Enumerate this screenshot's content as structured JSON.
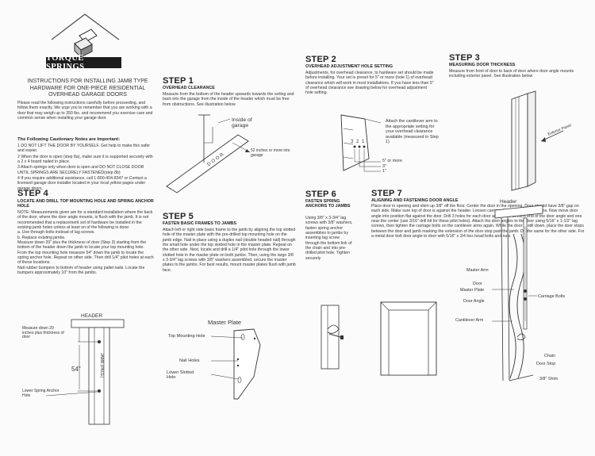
{
  "logo": {
    "brand": "TORQUE SPRINGS"
  },
  "intro": {
    "title": "INSTRUCTIONS FOR INSTALLING JAMB TYPE HARDWARE FOR ONE-PIECE RESIDENTIAL OVERHEAD GARAGE DOORS",
    "body": "Please read the following instructions carefully before proceeding, and follow them exactly. We urge you to remember that you are working with a door that may weigh up to 350 lbs. and recommend you exercise care and common sense when installing your garage door.",
    "cautions_title": "The Following Cautionary Notes are Important:",
    "cautions": [
      "1 DO NOT LIFT THE DOOR BY YOURSELF. Get help to make this safer and easier.",
      "2 When the door is open (step 8a), make sure it is supported securely with a 2 x 4 board nailed in place.",
      "3 Attach springs only when door is open and DO NOT CLOSE DOOR UNTIL SPRINGS ARE SECURELY FASTENED(step 8b)",
      "4 If you require additional assistance, call 1-800-404-8347 or Contact a licensed garage door installer located in your local yellow pages under garage doors."
    ]
  },
  "step1": {
    "title": "STEP 1",
    "subtitle": "OVERHEAD CLEARANCE",
    "body": "Measure from the bottom of the header upwards towards the ceiling and back into the garage from the inside of the header which must be free from obstructions. See illustration below",
    "lbl_inside": "Inside of garage",
    "lbl_door": "DOOR",
    "lbl_52": "52 inches or more into garage"
  },
  "step2": {
    "title": "STEP 2",
    "subtitle": "OVERHEAD ADJUSTMENT HOLE SETTING",
    "body": "Adjustments, for overhead clearance, to hardware set should be made before installing. Your set is preset for 5\" or more (hole 1) of overhead clearance which will work in most installations. If you have less than 5\" of overhead clearance see drawing below for overhead adjustment hole setting.",
    "note": "Attach the cantilever arm to the appropriate setting for your overhead clearance available (measured in Step 1)",
    "nums": "3 2 1",
    "lbl5": "5\" or more",
    "lbl3": "3\"",
    "lbl1": "1\""
  },
  "step3": {
    "title": "STEP 3",
    "subtitle": "MEASURING DOOR THICKNESS",
    "body": "Measure from front of door to back of door where door angle mounts including exterior panel. See illustration below",
    "lbl_panel": "Exterior Panel"
  },
  "step4": {
    "title": "STEP 4",
    "subtitle": "LOCATE AND DRILL TOP MOUNTING HOLE AND SPRING ANCHOR HOLE",
    "body": "NOTE: Measurements given are for a standard installation where the back of the door, where the door angle mounts, is flush with the jamb. It is not recommended that a replacement set of hardware be installed in the existing jamb holes unless at least on of the following is done:",
    "items": [
      "a. Use through bolts instead of lag screws.",
      "b. Replace existing jambs."
    ],
    "body2": "Measure down 20\" plus the thickness of door (Step 3) starting from the bottom of the header down the jamb to locate your top mounting hole. From the top mounting hole measure 54\" down the jamb to locate the spring anchor hole. Repeat on other side. Then drill 1/4\" pilot holes at each of these locations.",
    "body3": "Nail rubber bumpers to bottom of header using pallet nails. Locate the bumpers approximately 10\" from the jambs.",
    "lbl_header": "HEADER",
    "lbl_measure": "Measure down 20 inches plus thickness of door",
    "lbl_jamb": "JAMB (PACE)",
    "lbl_54": "54\"",
    "lbl_anchor": "Lower Spring Anchor Hole"
  },
  "step5": {
    "title": "STEP 5",
    "subtitle": "FASTEN BASIC FRAMES TO JAMBS",
    "body": "Attach left or right side basic frame to the jamb by aligning the top slotted hole of the master plate with the pre-drilled top mounting hole on the jamb edge. Nail in place using a duplex nail (double headed nail) through the small hole under the top slotted hole in the master plate. Repeat on the other side. Next, locate and drill a 1/4\" pilot hole through the lower slotted hole in the master plate on both jambs. Then, using the large 3/8 x 3-3/4\" lag screws with 3/8\" washers assembled, secure the master plates to the jambs. For best results, mount master plates flush with jamb face.",
    "lbl_plate": "Master Plate",
    "lbl_top": "Top Mounting Hole",
    "lbl_nail": "Nail Holes",
    "lbl_lower": "Lower Slotted Hole"
  },
  "step6": {
    "title": "STEP 6",
    "subtitle": "FASTEN SPRING ANCHORS TO JAMBS",
    "body": "Using 3/8\" x 3-3/4\" lag screws with 3/8\" washers, fasten spring anchor assemblies to jambs by inserting lag screw through the bottom link of the chain and into pre-drilled pilot hole. Tighten securely"
  },
  "step7": {
    "title": "STEP 7",
    "subtitle": "ALIGNING AND FASTENING DOOR ANGLE",
    "body": "Place door in opening and shim up 3/8\" off the floor. Center the door in the opening. Door should have 3/8\" gap on each side. Make sure top of door is against the header. Loosen carriage bolts on cantilever arms. Now move door angle into position flat against the door. Drill 3 holes for each door angle, one at each end of the door angle and one near the center (use 3/16\" drill bit for these pilot holes). Attach the door angles to the door using 5/16\" x 1-1/2\" lag screws, then tighten the carriage bolts on the cantilever arms again. While the door is still down, place the door stops between the door and jamb marking the extension of the door stop past the jamb. Do the same for the other side. For a metal door bolt door angle to door with 5/16\" x 3/4 hex head bolts and nuts",
    "lbl_header": "Header",
    "lbl_master_arm": "Master Arm",
    "lbl_door": "Door",
    "lbl_master_plate": "Master Plate",
    "lbl_door_angle": "Door Angle",
    "lbl_carriage": "Carriage Bolts",
    "lbl_cant": "Cantilever Arm",
    "lbl_chain": "Chain",
    "lbl_stop": "Door Stop",
    "lbl_shim": "3/8\" Shim"
  }
}
